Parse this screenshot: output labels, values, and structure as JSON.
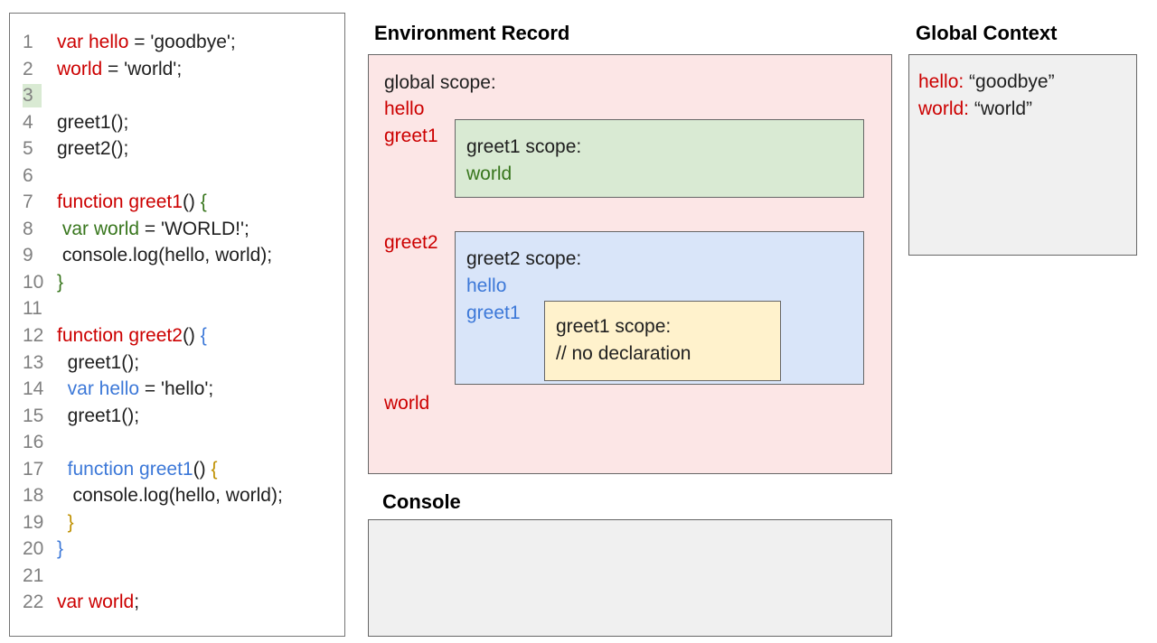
{
  "colors": {
    "red": "#cc0000",
    "green": "#38761d",
    "blue": "#3c78d8",
    "orange": "#bf9000",
    "ink": "#202020",
    "line_num": "#808080",
    "pink_bg": "#fce6e6",
    "green_bg": "#d9ead3",
    "blue_bg": "#d9e5f9",
    "yellow_bg": "#fff2cc",
    "gray_bg": "#f0f0f0",
    "box_border": "#666666",
    "panel_border": "#757575"
  },
  "code": {
    "lines": [
      {
        "n": "1",
        "segs": [
          [
            "red",
            "var hello"
          ],
          [
            "k",
            " = 'goodbye';"
          ]
        ]
      },
      {
        "n": "2",
        "segs": [
          [
            "red",
            "world"
          ],
          [
            "k",
            " = 'world';"
          ]
        ]
      },
      {
        "n": "3",
        "hl": true,
        "segs": []
      },
      {
        "n": "4",
        "segs": [
          [
            "k",
            "greet1();"
          ]
        ]
      },
      {
        "n": "5",
        "segs": [
          [
            "k",
            "greet2();"
          ]
        ]
      },
      {
        "n": "6",
        "segs": []
      },
      {
        "n": "7",
        "segs": [
          [
            "red",
            "function greet1"
          ],
          [
            "k",
            "() "
          ],
          [
            "green",
            "{"
          ]
        ]
      },
      {
        "n": "8",
        "segs": [
          [
            "k",
            " "
          ],
          [
            "green",
            "var world"
          ],
          [
            "k",
            " = 'WORLD!';"
          ]
        ]
      },
      {
        "n": "9",
        "segs": [
          [
            "k",
            " console.log(hello, world);"
          ]
        ]
      },
      {
        "n": "10",
        "segs": [
          [
            "green",
            "}"
          ]
        ]
      },
      {
        "n": "11",
        "segs": []
      },
      {
        "n": "12",
        "segs": [
          [
            "red",
            "function greet2"
          ],
          [
            "k",
            "() "
          ],
          [
            "blue",
            "{"
          ]
        ]
      },
      {
        "n": "13",
        "segs": [
          [
            "k",
            "  greet1();"
          ]
        ]
      },
      {
        "n": "14",
        "segs": [
          [
            "k",
            "  "
          ],
          [
            "blue",
            "var hello"
          ],
          [
            "k",
            " = 'hello';"
          ]
        ]
      },
      {
        "n": "15",
        "segs": [
          [
            "k",
            "  greet1();"
          ]
        ]
      },
      {
        "n": "16",
        "segs": []
      },
      {
        "n": "17",
        "segs": [
          [
            "k",
            "  "
          ],
          [
            "blue",
            "function greet1"
          ],
          [
            "k",
            "() "
          ],
          [
            "orange",
            "{"
          ]
        ]
      },
      {
        "n": "18",
        "segs": [
          [
            "k",
            "   console.log(hello, world);"
          ]
        ]
      },
      {
        "n": "19",
        "segs": [
          [
            "k",
            "  "
          ],
          [
            "orange",
            "}"
          ]
        ]
      },
      {
        "n": "20",
        "segs": [
          [
            "blue",
            "}"
          ]
        ]
      },
      {
        "n": "21",
        "segs": []
      },
      {
        "n": "22",
        "segs": [
          [
            "red",
            "var world"
          ],
          [
            "k",
            ";"
          ]
        ]
      }
    ]
  },
  "environment_record": {
    "title": "Environment Record",
    "global_label": "global scope:",
    "var_hello": "hello",
    "var_greet1": "greet1",
    "var_greet2": "greet2",
    "var_world": "world",
    "greet1_box": {
      "title": "greet1 scope:",
      "var_world": "world"
    },
    "greet2_box": {
      "title": "greet2 scope:",
      "var_hello": "hello",
      "var_greet1": "greet1"
    },
    "nested_greet1_box": {
      "title": "greet1 scope:",
      "comment": "// no declaration"
    }
  },
  "global_context": {
    "title": "Global Context",
    "rows": [
      {
        "key": "hello:",
        "value": "“goodbye”"
      },
      {
        "key": "world:",
        "value": "“world”"
      }
    ]
  },
  "console": {
    "title": "Console"
  }
}
